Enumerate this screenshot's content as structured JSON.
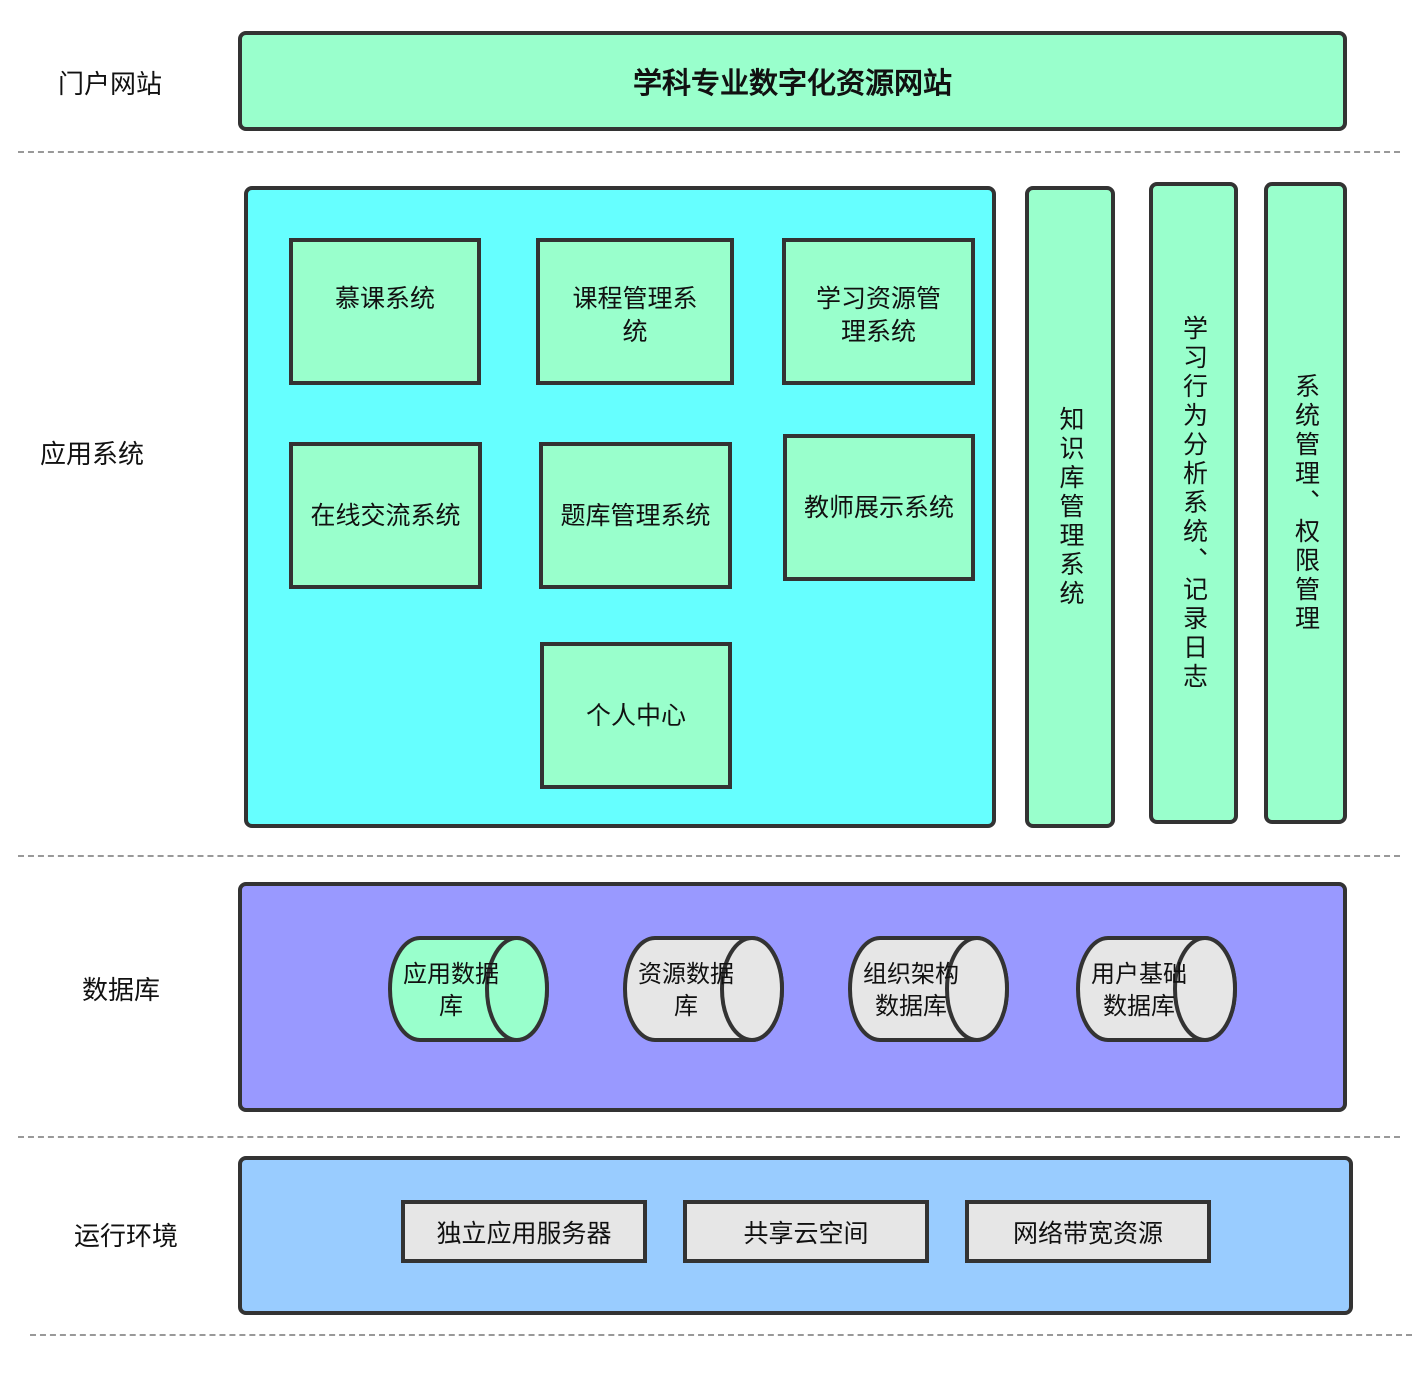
{
  "layers": {
    "portal": {
      "label": "门户网站",
      "title": "学科专业数字化资源网站"
    },
    "application": {
      "label": "应用系统",
      "modules": [
        {
          "label": "慕课系统"
        },
        {
          "label": "课程管理系统"
        },
        {
          "label": "学习资源管理系统"
        },
        {
          "label": "在线交流系统"
        },
        {
          "label": "题库管理系统"
        },
        {
          "label": "教师展示系统"
        },
        {
          "label": "个人中心"
        }
      ],
      "side_modules": [
        {
          "label": "知识库管理系统"
        },
        {
          "label": "学习行为分析系统、记录日志"
        },
        {
          "label": "系统管理、权限管理"
        }
      ]
    },
    "database": {
      "label": "数据库",
      "databases": [
        {
          "label": "应用数据库",
          "fill": "#99ffcc"
        },
        {
          "label": "资源数据库",
          "fill": "#e6e6e6"
        },
        {
          "label": "组织架构数据库",
          "fill": "#e6e6e6"
        },
        {
          "label": "用户基础数据库",
          "fill": "#e6e6e6"
        }
      ]
    },
    "runtime": {
      "label": "运行环境",
      "items": [
        {
          "label": "独立应用服务器"
        },
        {
          "label": "共享云空间"
        },
        {
          "label": "网络带宽资源"
        }
      ]
    }
  },
  "colors": {
    "portal_fill": "#99ffcc",
    "app_panel_fill": "#66ffff",
    "module_fill": "#99ffcc",
    "db_panel_fill": "#9999ff",
    "runtime_panel_fill": "#99ccff",
    "runtime_item_fill": "#e6e6e6",
    "border": "#333333",
    "divider": "#999999"
  }
}
